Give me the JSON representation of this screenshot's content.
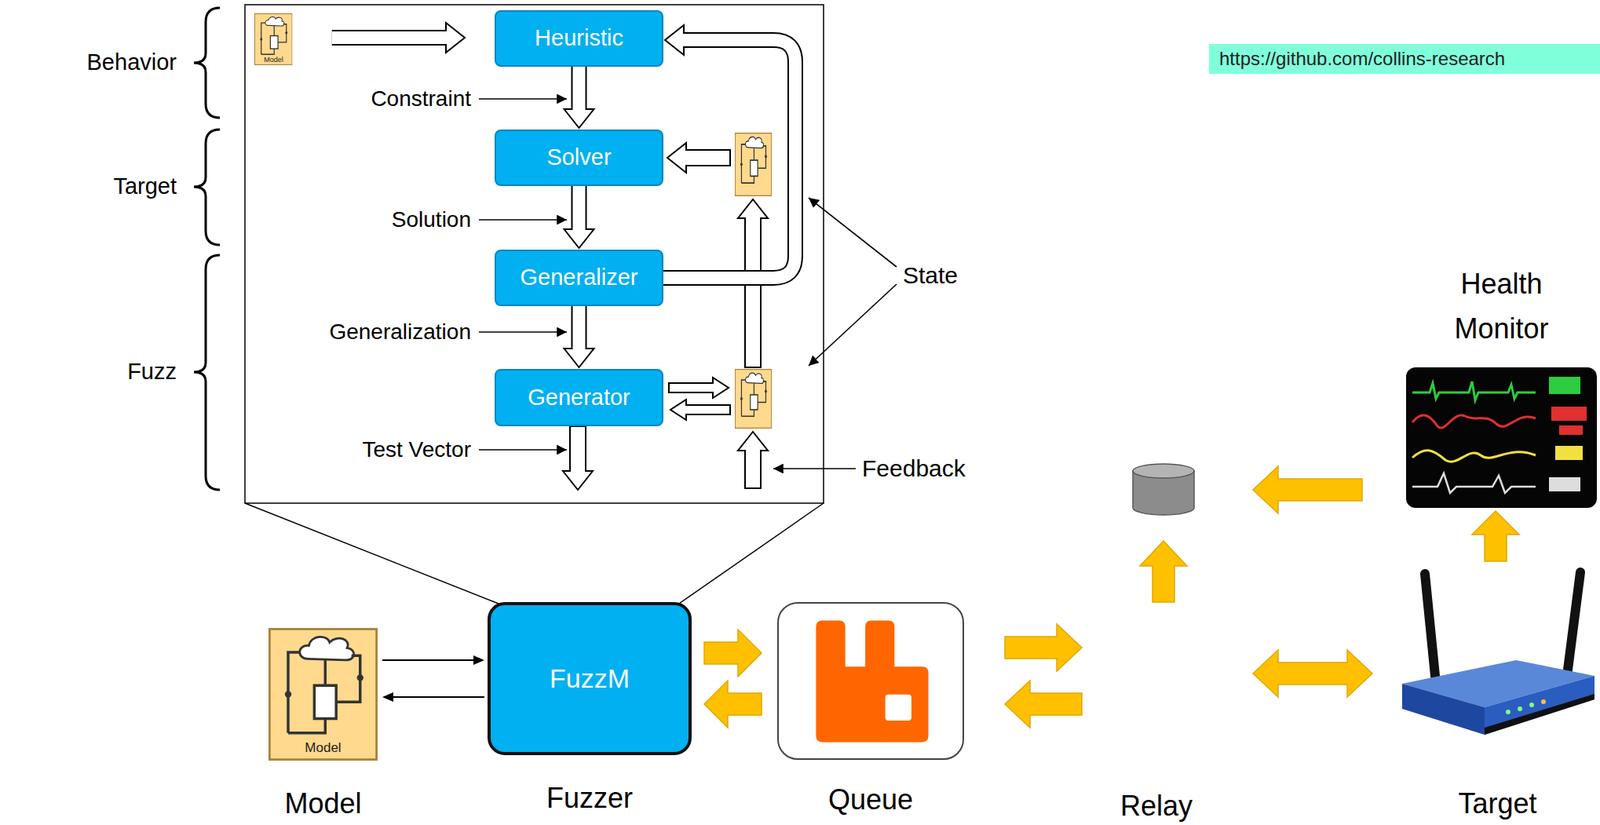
{
  "diagram": {
    "nodes": [
      {
        "text": [
          "Model"
        ]
      },
      {
        "text": [
          "Heuristic"
        ]
      },
      {
        "text": [
          "Solver"
        ]
      },
      {
        "text": [
          "Generalizer"
        ]
      },
      {
        "text": [
          "Generator"
        ]
      },
      {
        "text": [
          "Model",
          "Model"
        ]
      },
      {
        "text": [
          "FuzzM",
          "Fuzzer"
        ]
      },
      {
        "text": [
          "Queue"
        ]
      },
      {
        "text": [
          "Health Monitor"
        ]
      },
      {
        "text": [
          "Target"
        ]
      }
    ],
    "edges": [
      {
        "from": 0,
        "to": 1,
        "arrow": "to"
      },
      {
        "from": 1,
        "to": 2,
        "arrow": "to"
      },
      {
        "from": 2,
        "to": 3,
        "arrow": "to"
      },
      {
        "from": 3,
        "to": 4,
        "arrow": "to"
      },
      {
        "from": 3,
        "to": 1,
        "arrow": "to"
      },
      {
        "from": 5,
        "to": 6,
        "arrow": "to"
      },
      {
        "from": 6,
        "to": 5,
        "arrow": "to"
      },
      {
        "from": 6,
        "to": 7,
        "arrow": "to"
      },
      {
        "from": 7,
        "to": 6,
        "arrow": "to"
      },
      {
        "from": 9,
        "to": 8,
        "arrow": "to"
      }
    ],
    "labels": [
      "Behavior",
      "Target",
      "Fuzz",
      "Constraint",
      "Solution",
      "Generalization",
      "Test Vector",
      "State",
      "Feedback",
      "https://github.com/collins-research",
      "Relay"
    ]
  }
}
